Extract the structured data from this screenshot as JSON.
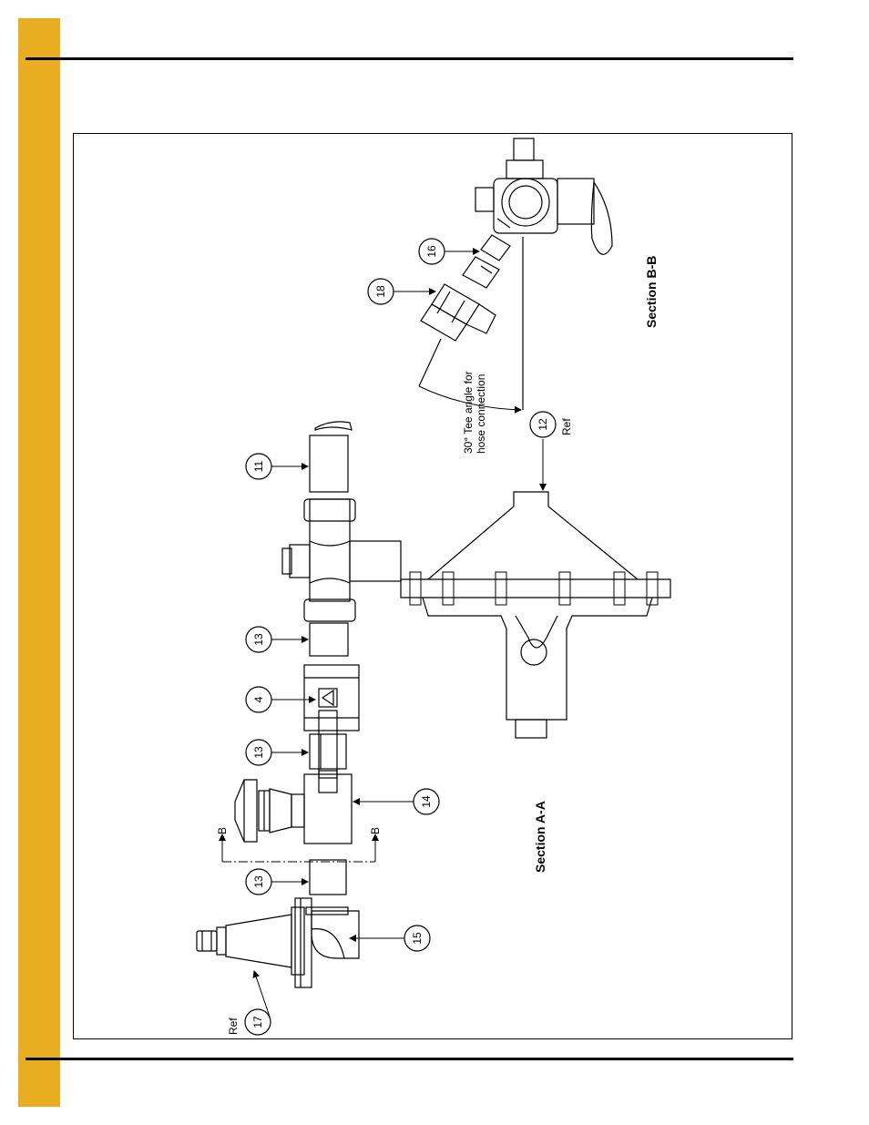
{
  "page": {
    "accent_color": "#e8ad21",
    "rule_color": "#000000"
  },
  "drawing": {
    "section_a_title": "Section A-A",
    "section_b_title": "Section B-B",
    "tee_note_line1": "30° Tee angle for",
    "tee_note_line2": "hose connection",
    "ref_label": "Ref",
    "section_marker": "B",
    "callouts": {
      "c4": "4",
      "c11": "11",
      "c12": "12",
      "c13a": "13",
      "c13b": "13",
      "c13c": "13",
      "c14": "14",
      "c15": "15",
      "c16": "16",
      "c17": "17",
      "c18": "18"
    }
  }
}
